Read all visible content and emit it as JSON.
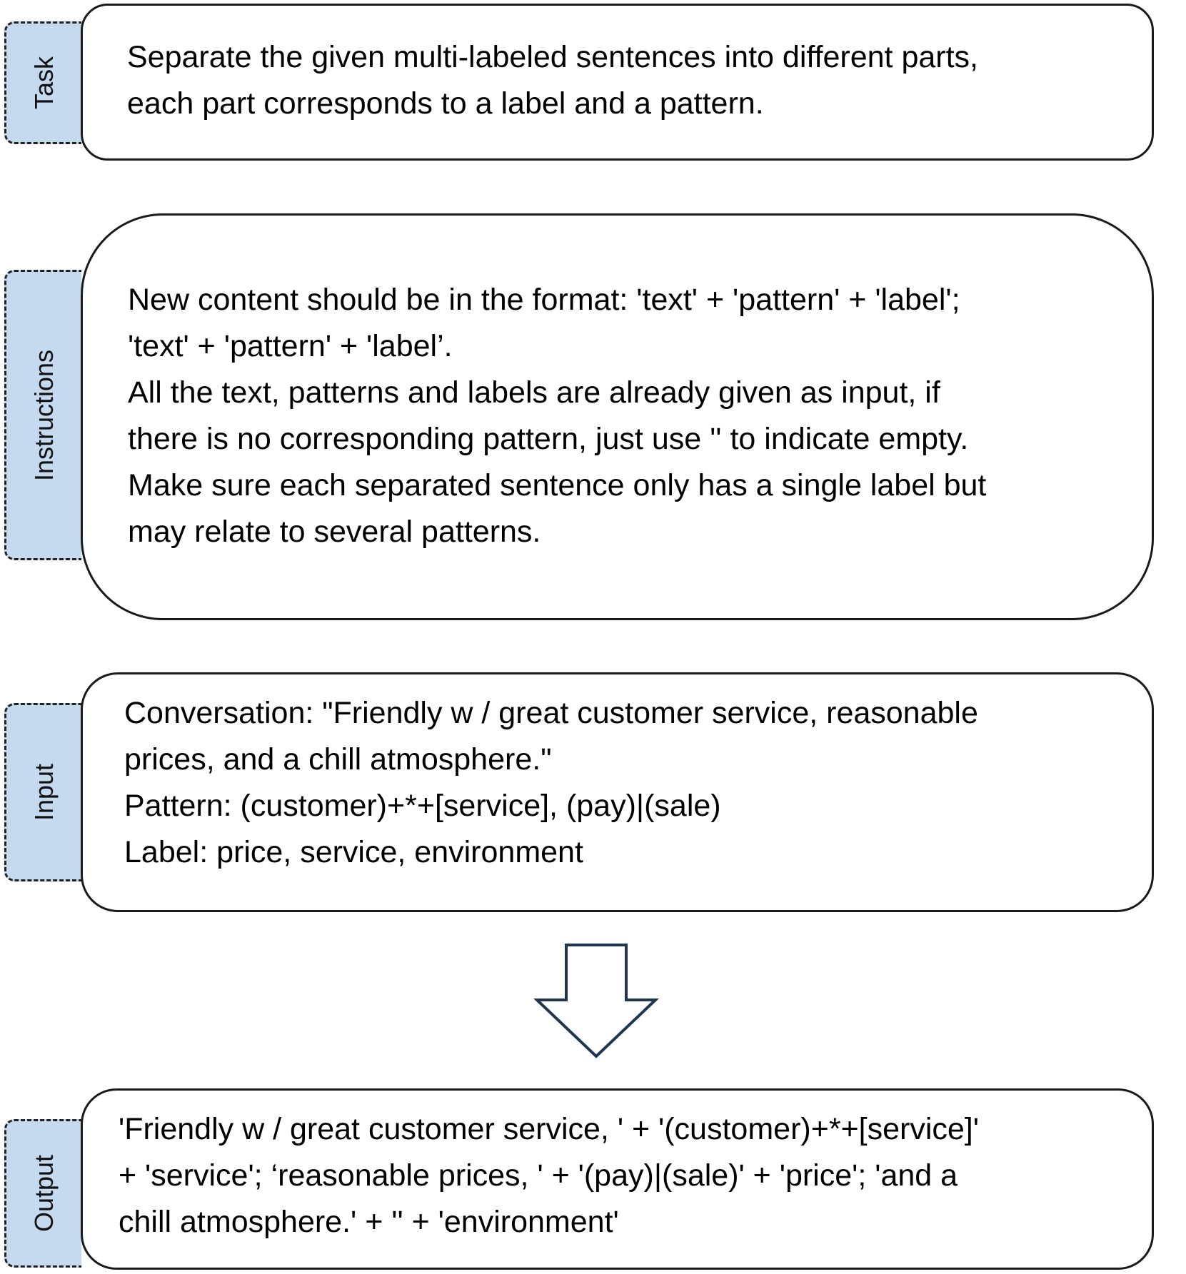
{
  "colors": {
    "tab_fill": "#c5d9ef",
    "arrow_stroke": "#1f3550",
    "border": "#1a1a1a"
  },
  "task": {
    "label": "Task",
    "text": "Separate the given multi-labeled sentences into different parts,\neach part corresponds to a label and a pattern."
  },
  "instructions": {
    "label": "Instructions",
    "text": "New content should be in the format: 'text' + 'pattern' + 'label';\n'text' + 'pattern' + 'label’.\nAll the text, patterns and labels are already given as input, if\nthere is no corresponding pattern, just use '' to indicate empty.\nMake sure each separated sentence only has a single label but\nmay relate to several patterns."
  },
  "input": {
    "label": "Input",
    "text": "Conversation: \"Friendly w / great customer service, reasonable\nprices, and a chill atmosphere.\"\nPattern: (customer)+*+[service], (pay)|(sale)\nLabel: price, service, environment"
  },
  "output": {
    "label": "Output",
    "text": "'Friendly w / great customer service, ' + '(customer)+*+[service]'\n+ 'service'; ‘reasonable prices, ' + '(pay)|(sale)' + 'price'; 'and a\nchill atmosphere.' + '' + 'environment'"
  }
}
